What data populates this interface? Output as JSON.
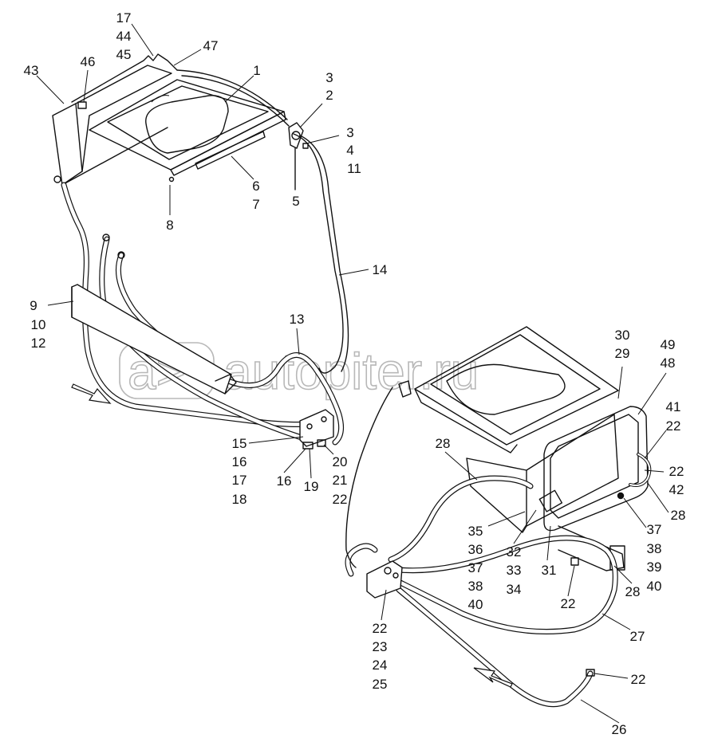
{
  "watermark": {
    "text": "autopiter.ru",
    "glyph": "a>"
  },
  "callouts": [
    {
      "id": "c17a",
      "text": "17"
    },
    {
      "id": "c44",
      "text": "44"
    },
    {
      "id": "c45",
      "text": "45"
    },
    {
      "id": "c47",
      "text": "47"
    },
    {
      "id": "c43",
      "text": "43"
    },
    {
      "id": "c46",
      "text": "46"
    },
    {
      "id": "c1",
      "text": "1"
    },
    {
      "id": "c3a",
      "text": "3"
    },
    {
      "id": "c2",
      "text": "2"
    },
    {
      "id": "c3b",
      "text": "3"
    },
    {
      "id": "c4",
      "text": "4"
    },
    {
      "id": "c11",
      "text": "11"
    },
    {
      "id": "c6",
      "text": "6"
    },
    {
      "id": "c7",
      "text": "7"
    },
    {
      "id": "c5",
      "text": "5"
    },
    {
      "id": "c8",
      "text": "8"
    },
    {
      "id": "c14",
      "text": "14"
    },
    {
      "id": "c9",
      "text": "9"
    },
    {
      "id": "c10",
      "text": "10"
    },
    {
      "id": "c12",
      "text": "12"
    },
    {
      "id": "c13",
      "text": "13"
    },
    {
      "id": "c15",
      "text": "15"
    },
    {
      "id": "c16a",
      "text": "16"
    },
    {
      "id": "c17b",
      "text": "17"
    },
    {
      "id": "c18",
      "text": "18"
    },
    {
      "id": "c16b",
      "text": "16"
    },
    {
      "id": "c19",
      "text": "19"
    },
    {
      "id": "c20",
      "text": "20"
    },
    {
      "id": "c21",
      "text": "21"
    },
    {
      "id": "c22a",
      "text": "22"
    },
    {
      "id": "c30",
      "text": "30"
    },
    {
      "id": "c29",
      "text": "29"
    },
    {
      "id": "c49",
      "text": "49"
    },
    {
      "id": "c48",
      "text": "48"
    },
    {
      "id": "c41",
      "text": "41"
    },
    {
      "id": "c22b",
      "text": "22"
    },
    {
      "id": "c22c",
      "text": "22"
    },
    {
      "id": "c42",
      "text": "42"
    },
    {
      "id": "c28a",
      "text": "28"
    },
    {
      "id": "c28b",
      "text": "28"
    },
    {
      "id": "c37a",
      "text": "37"
    },
    {
      "id": "c38a",
      "text": "38"
    },
    {
      "id": "c39",
      "text": "39"
    },
    {
      "id": "c40a",
      "text": "40"
    },
    {
      "id": "c35",
      "text": "35"
    },
    {
      "id": "c36",
      "text": "36"
    },
    {
      "id": "c37b",
      "text": "37"
    },
    {
      "id": "c38b",
      "text": "38"
    },
    {
      "id": "c40b",
      "text": "40"
    },
    {
      "id": "c32",
      "text": "32"
    },
    {
      "id": "c33",
      "text": "33"
    },
    {
      "id": "c34",
      "text": "34"
    },
    {
      "id": "c31",
      "text": "31"
    },
    {
      "id": "c28c",
      "text": "28"
    },
    {
      "id": "c22d",
      "text": "22"
    },
    {
      "id": "c27",
      "text": "27"
    },
    {
      "id": "c22e",
      "text": "22"
    },
    {
      "id": "c23",
      "text": "23"
    },
    {
      "id": "c24",
      "text": "24"
    },
    {
      "id": "c25",
      "text": "25"
    },
    {
      "id": "c22f",
      "text": "22"
    },
    {
      "id": "c26",
      "text": "26"
    }
  ]
}
